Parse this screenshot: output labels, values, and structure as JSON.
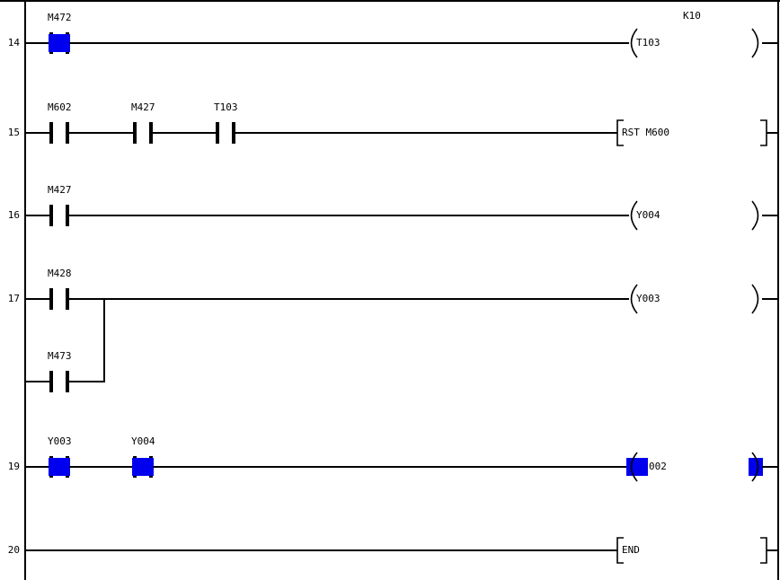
{
  "colors": {
    "wire": "#000000",
    "active_highlight": "#0000ee",
    "background": "#ffffff"
  },
  "rungs": [
    {
      "number": "14",
      "contacts": [
        {
          "label": "M472",
          "active": true
        }
      ],
      "coil": {
        "label": "T103",
        "constant": "K10",
        "active": false
      }
    },
    {
      "number": "15",
      "contacts": [
        {
          "label": "M602",
          "active": false
        },
        {
          "label": "M427",
          "active": false
        },
        {
          "label": "T103",
          "active": false
        }
      ],
      "instruction": {
        "label": "RST M600"
      }
    },
    {
      "number": "16",
      "contacts": [
        {
          "label": "M427",
          "active": false
        }
      ],
      "coil": {
        "label": "Y004",
        "active": false
      }
    },
    {
      "number": "17",
      "contacts": [
        {
          "label": "M428",
          "active": false
        }
      ],
      "branch_contact": {
        "label": "M473",
        "active": false
      },
      "coil": {
        "label": "Y003",
        "active": false
      }
    },
    {
      "number": "19",
      "contacts": [
        {
          "label": "Y003",
          "active": true
        },
        {
          "label": "Y004",
          "active": true
        }
      ],
      "coil": {
        "label": "002",
        "active": true
      }
    },
    {
      "number": "20",
      "instruction": {
        "label": "END"
      }
    }
  ]
}
